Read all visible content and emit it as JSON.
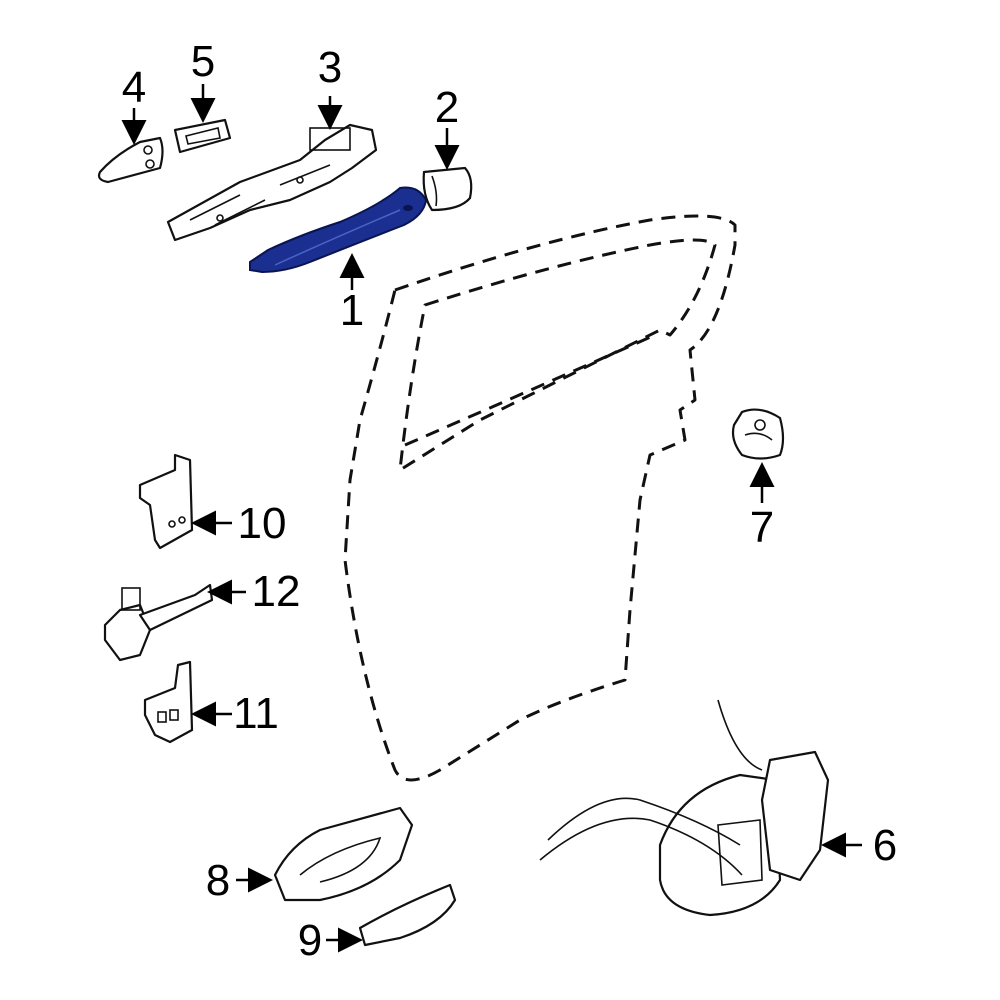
{
  "diagram": {
    "highlight_color": "#1a2f8f",
    "callouts": [
      {
        "id": "1",
        "label": "1"
      },
      {
        "id": "2",
        "label": "2"
      },
      {
        "id": "3",
        "label": "3"
      },
      {
        "id": "4",
        "label": "4"
      },
      {
        "id": "5",
        "label": "5"
      },
      {
        "id": "6",
        "label": "6"
      },
      {
        "id": "7",
        "label": "7"
      },
      {
        "id": "8",
        "label": "8"
      },
      {
        "id": "9",
        "label": "9"
      },
      {
        "id": "10",
        "label": "10"
      },
      {
        "id": "11",
        "label": "11"
      },
      {
        "id": "12",
        "label": "12"
      }
    ]
  }
}
